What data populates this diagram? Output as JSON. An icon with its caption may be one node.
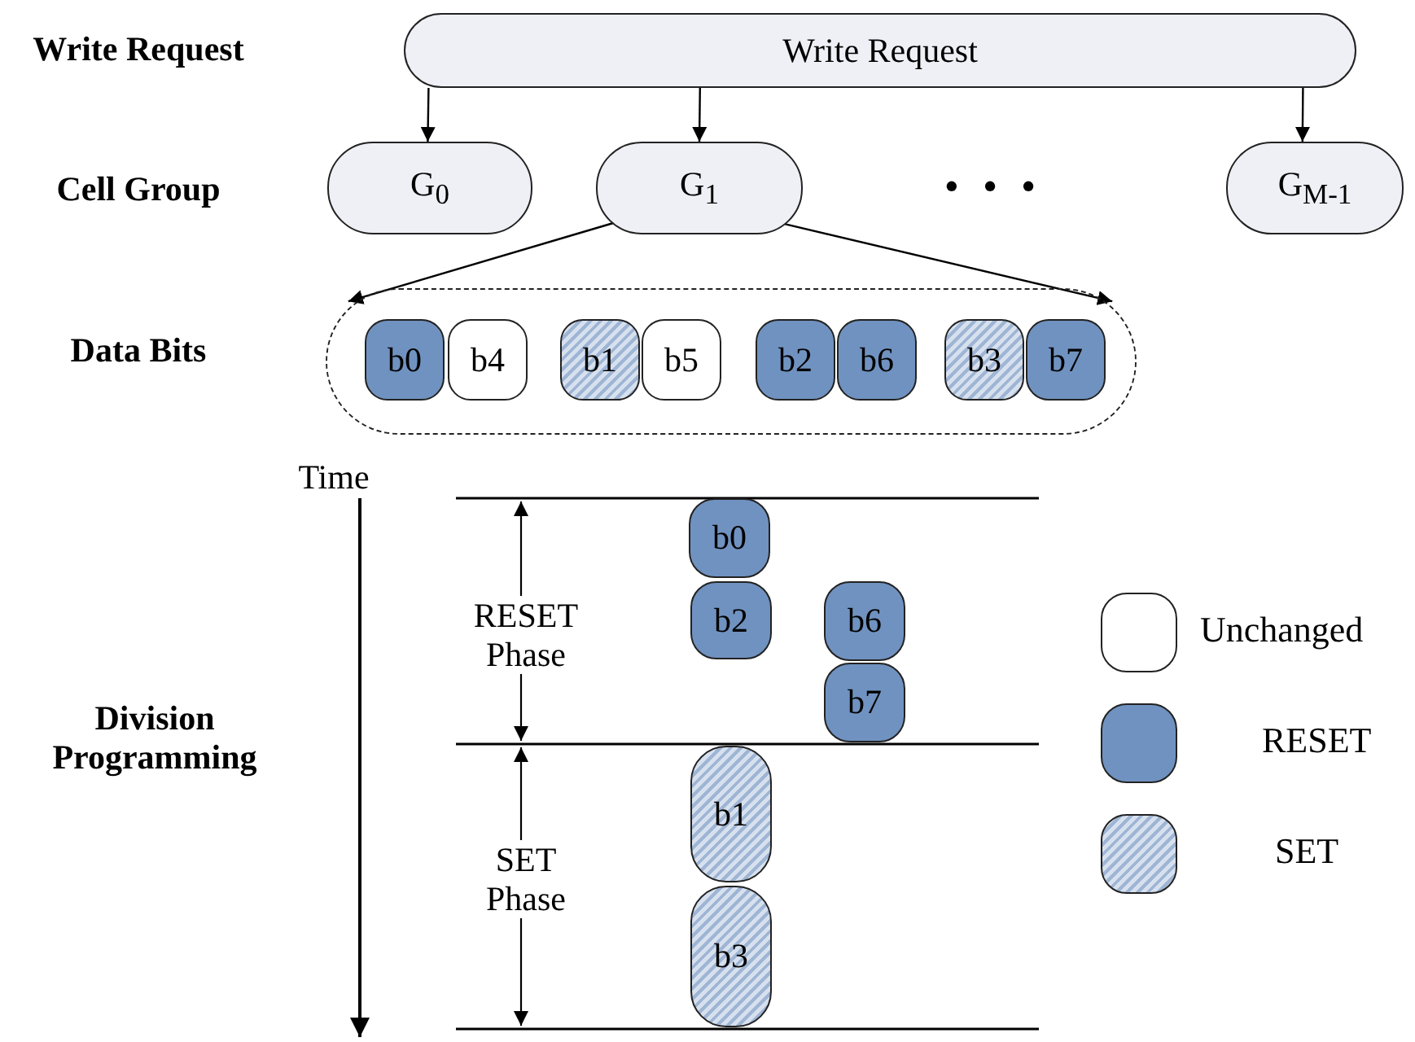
{
  "diagram": {
    "nodes": [
      {
        "text": [
          "Write Request"
        ]
      },
      {
        "text": [
          "G$_{0}$"
        ]
      },
      {
        "text": [
          "G$_{1}$"
        ]
      },
      {
        "text": [
          "G$_{M-1}$"
        ]
      },
      {
        "text": [],
        "shape": "box"
      },
      {
        "text": [
          "b0"
        ],
        "in": 4
      },
      {
        "text": [
          "b4"
        ],
        "in": 4
      },
      {
        "text": [
          "b1"
        ],
        "in": 4
      },
      {
        "text": [
          "b5"
        ],
        "in": 4
      },
      {
        "text": [
          "b2"
        ],
        "in": 4
      },
      {
        "text": [
          "b6"
        ],
        "in": 4
      },
      {
        "text": [
          "b3"
        ],
        "in": 4
      },
      {
        "text": [
          "b7"
        ],
        "in": 4
      },
      {
        "text": [
          "b0"
        ]
      },
      {
        "text": [
          "b2"
        ]
      },
      {
        "text": [
          "b6"
        ]
      },
      {
        "text": [
          "b7"
        ]
      },
      {
        "text": [
          "b1"
        ]
      },
      {
        "text": [
          "b3"
        ]
      }
    ],
    "edges": [
      {
        "from": 0,
        "to": 1,
        "arrow": "to"
      },
      {
        "from": 0,
        "to": 2,
        "arrow": "to"
      },
      {
        "from": 0,
        "to": 3,
        "arrow": "to"
      },
      {
        "from": 2,
        "to": 4,
        "arrow": "to"
      },
      {
        "from": 2,
        "to": 4,
        "arrow": "to"
      }
    ],
    "labels": [
      "Write Request",
      "Cell Group",
      "• • •",
      "Data Bits",
      "Time",
      "RESET Phase",
      "Division Programming",
      "SET Phase"
    ],
    "legend": [
      {
        "text": "Unchanged",
        "color": "#ffffff"
      },
      {
        "text": "RESET",
        "color": "#7092c0"
      },
      {
        "text": "SET"
      }
    ]
  }
}
